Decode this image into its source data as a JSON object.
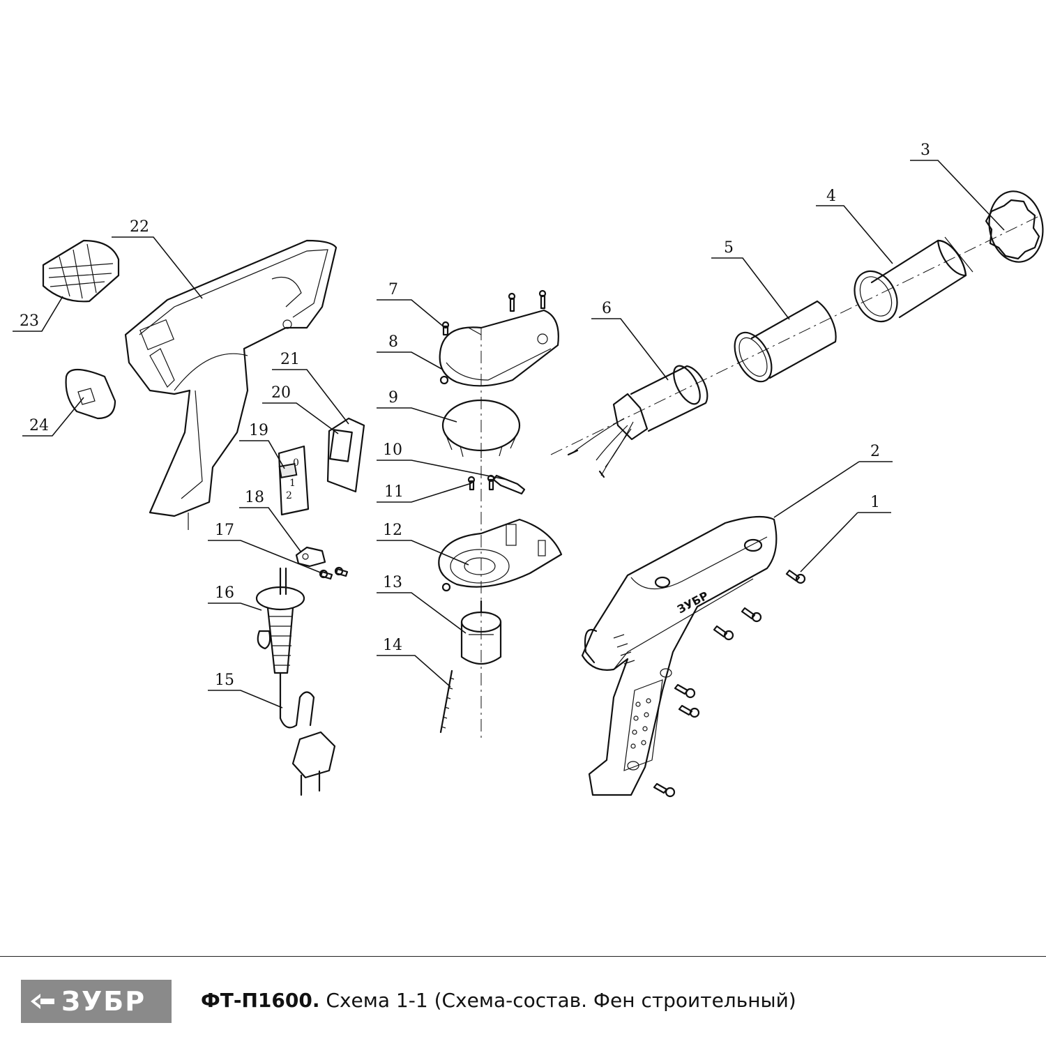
{
  "parts": {
    "p1": "1",
    "p2": "2",
    "p3": "3",
    "p4": "4",
    "p5": "5",
    "p6": "6",
    "p7": "7",
    "p8": "8",
    "p9": "9",
    "p10": "10",
    "p11": "11",
    "p12": "12",
    "p13": "13",
    "p14": "14",
    "p15": "15",
    "p16": "16",
    "p17": "17",
    "p18": "18",
    "p19": "19",
    "p20": "20",
    "p21": "21",
    "p22": "22",
    "p23": "23",
    "p24": "24"
  },
  "switch_marks": {
    "zero": "0",
    "one": "1",
    "two": "2"
  },
  "housing_logo": "ЗУБР",
  "footer": {
    "brand": "ЗУБР",
    "model": "ФТ-П1600.",
    "caption": " Схема 1-1 (Схема-состав. Фен строительный)"
  },
  "colors": {
    "logo_bg": "#8a8a8a",
    "logo_text": "#ffffff",
    "line": "#111111"
  }
}
